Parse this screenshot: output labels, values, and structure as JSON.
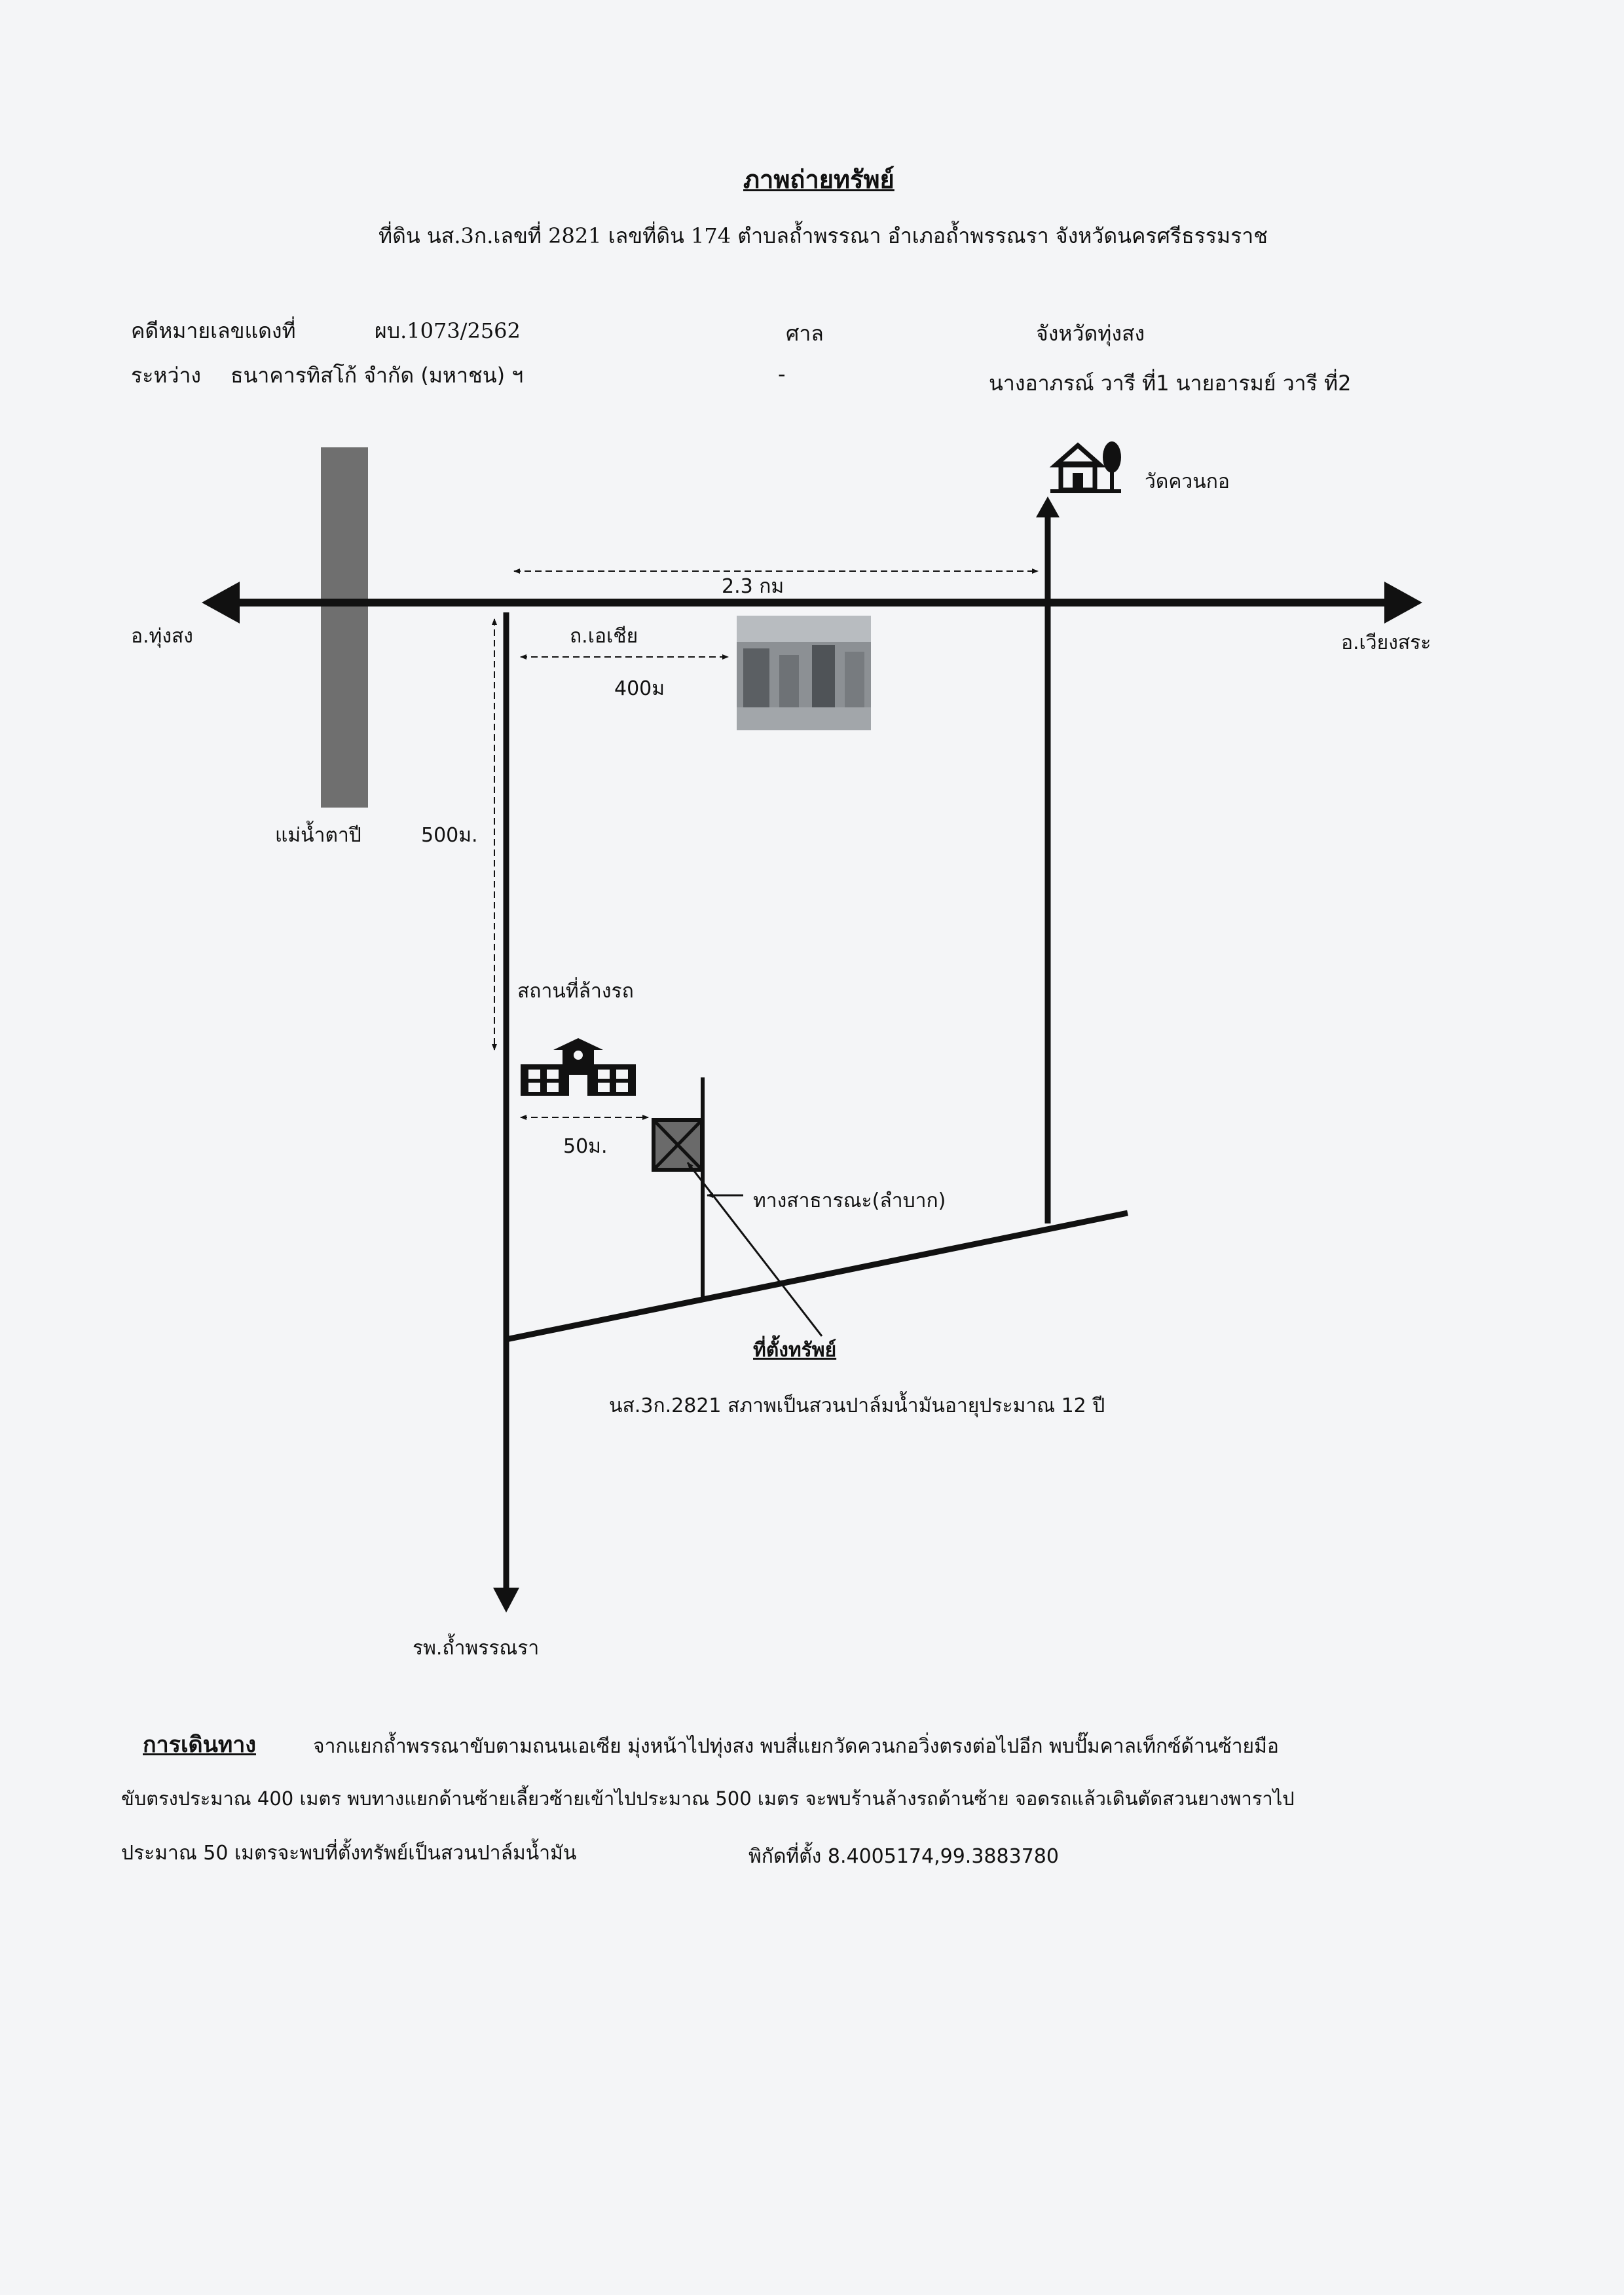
{
  "header": {
    "title": "ภาพถ่ายทรัพย์",
    "subtitle": "ที่ดิน นส.3ก.เลขที่ 2821 เลขที่ดิน 174 ตำบลถ้ำพรรณา อำเภอถ้ำพรรณรา จังหวัดนครศรีธรรมราช",
    "case_label": "คดีหมายเลขแดงที่",
    "case_number": "ผบ.1073/2562",
    "court_label": "ศาล",
    "court_province": "จังหวัดทุ่งสง",
    "between_label": "ระหว่าง",
    "plaintiff": "ธนาคารทิสโก้ จำกัด (มหาชน) ฯ",
    "dash": "-",
    "defendants": "นางอาภรณ์ วารี ที่1 นายอารมย์ วารี ที่2"
  },
  "map": {
    "temple": "วัดควนกอ",
    "distance_main": "2.3 กม",
    "west": "อ.ทุ่งสง",
    "east": "อ.เวียงสระ",
    "road": "ถ.เอเชีย",
    "d400": "400ม",
    "river": "แม่น้ำตาปี",
    "d500": "500ม.",
    "car_wash": "สถานที่ล้างรถ",
    "d50": "50ม.",
    "lane": "ทางสาธารณะ(ลำบาก)",
    "property_title": "ที่ตั้งทรัพย์",
    "property_desc": "นส.3ก.2821 สภาพเป็นสวนปาล์มน้ำมันอายุประมาณ 12 ปี",
    "hospital": "รพ.ถ้ำพรรณรา"
  },
  "directions": {
    "heading": "การเดินทาง",
    "line1": "จากแยกถ้ำพรรณาขับตามถนนเอเซีย มุ่งหน้าไปทุ่งสง พบสี่แยกวัดควนกอวิ่งตรงต่อไปอีก พบปั๊มคาลเท็กซ์ด้านซ้ายมือ",
    "line2": "ขับตรงประมาณ 400 เมตร พบทางแยกด้านซ้ายเลี้ยวซ้ายเข้าไปประมาณ 500 เมตร จะพบร้านล้างรถด้านซ้าย จอดรถแล้วเดินตัดสวนยางพาราไป",
    "line3": "ประมาณ 50 เมตรจะพบที่ตั้งทรัพย์เป็นสวนปาล์มน้ำมัน",
    "coords": "พิกัดที่ตั้ง  8.4005174,99.3883780"
  },
  "colors": {
    "ink": "#111111",
    "river": "#6f6f6f",
    "paper": "#f4f5f7"
  }
}
